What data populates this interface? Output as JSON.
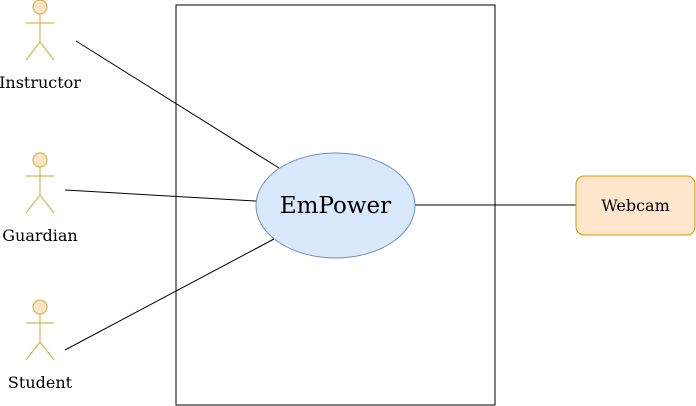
{
  "diagram": {
    "actors": [
      {
        "id": "instructor",
        "label": "Instructor"
      },
      {
        "id": "guardian",
        "label": "Guardian"
      },
      {
        "id": "student",
        "label": "Student"
      }
    ],
    "use_case": {
      "label": "EmPower"
    },
    "external": {
      "label": "Webcam"
    }
  },
  "colors": {
    "actor_fill": "#fbe3c8",
    "actor_stroke": "#d6b656",
    "usecase_fill": "#dae8fc",
    "usecase_stroke": "#6c8ebf",
    "webcam_fill": "#ffe6cc",
    "webcam_stroke": "#d79b00",
    "line": "#000000"
  }
}
